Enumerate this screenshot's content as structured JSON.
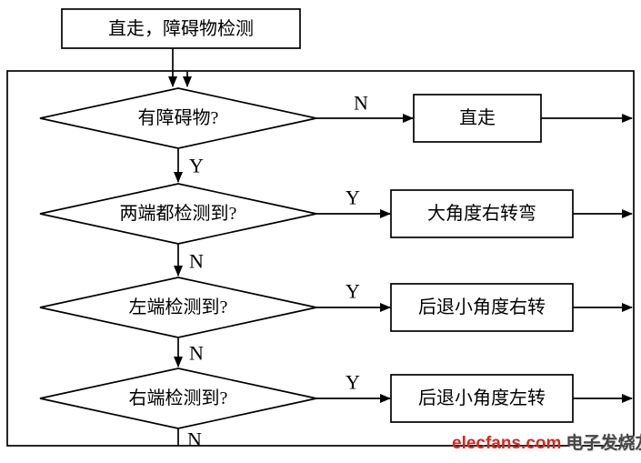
{
  "flowchart": {
    "start": {
      "label": "直走，障碍物检测"
    },
    "decisions": [
      {
        "question": "有障碍物?",
        "branch": "N",
        "action": "直走",
        "next": "Y"
      },
      {
        "question": "两端都检测到?",
        "branch": "Y",
        "action": "大角度右转弯",
        "next": "N"
      },
      {
        "question": "左端检测到?",
        "branch": "Y",
        "action": "后退小角度右转",
        "next": "N"
      },
      {
        "question": "右端检测到?",
        "branch": "Y",
        "action": "后退小角度左转",
        "next": "N"
      }
    ]
  },
  "watermark": {
    "brand": "elecfans.com",
    "site_name": "电子发烧友"
  },
  "colors": {
    "line": "#000000",
    "background": "#ffffff",
    "brand_red": "#d5281f",
    "watermark_gray": "#454545"
  }
}
